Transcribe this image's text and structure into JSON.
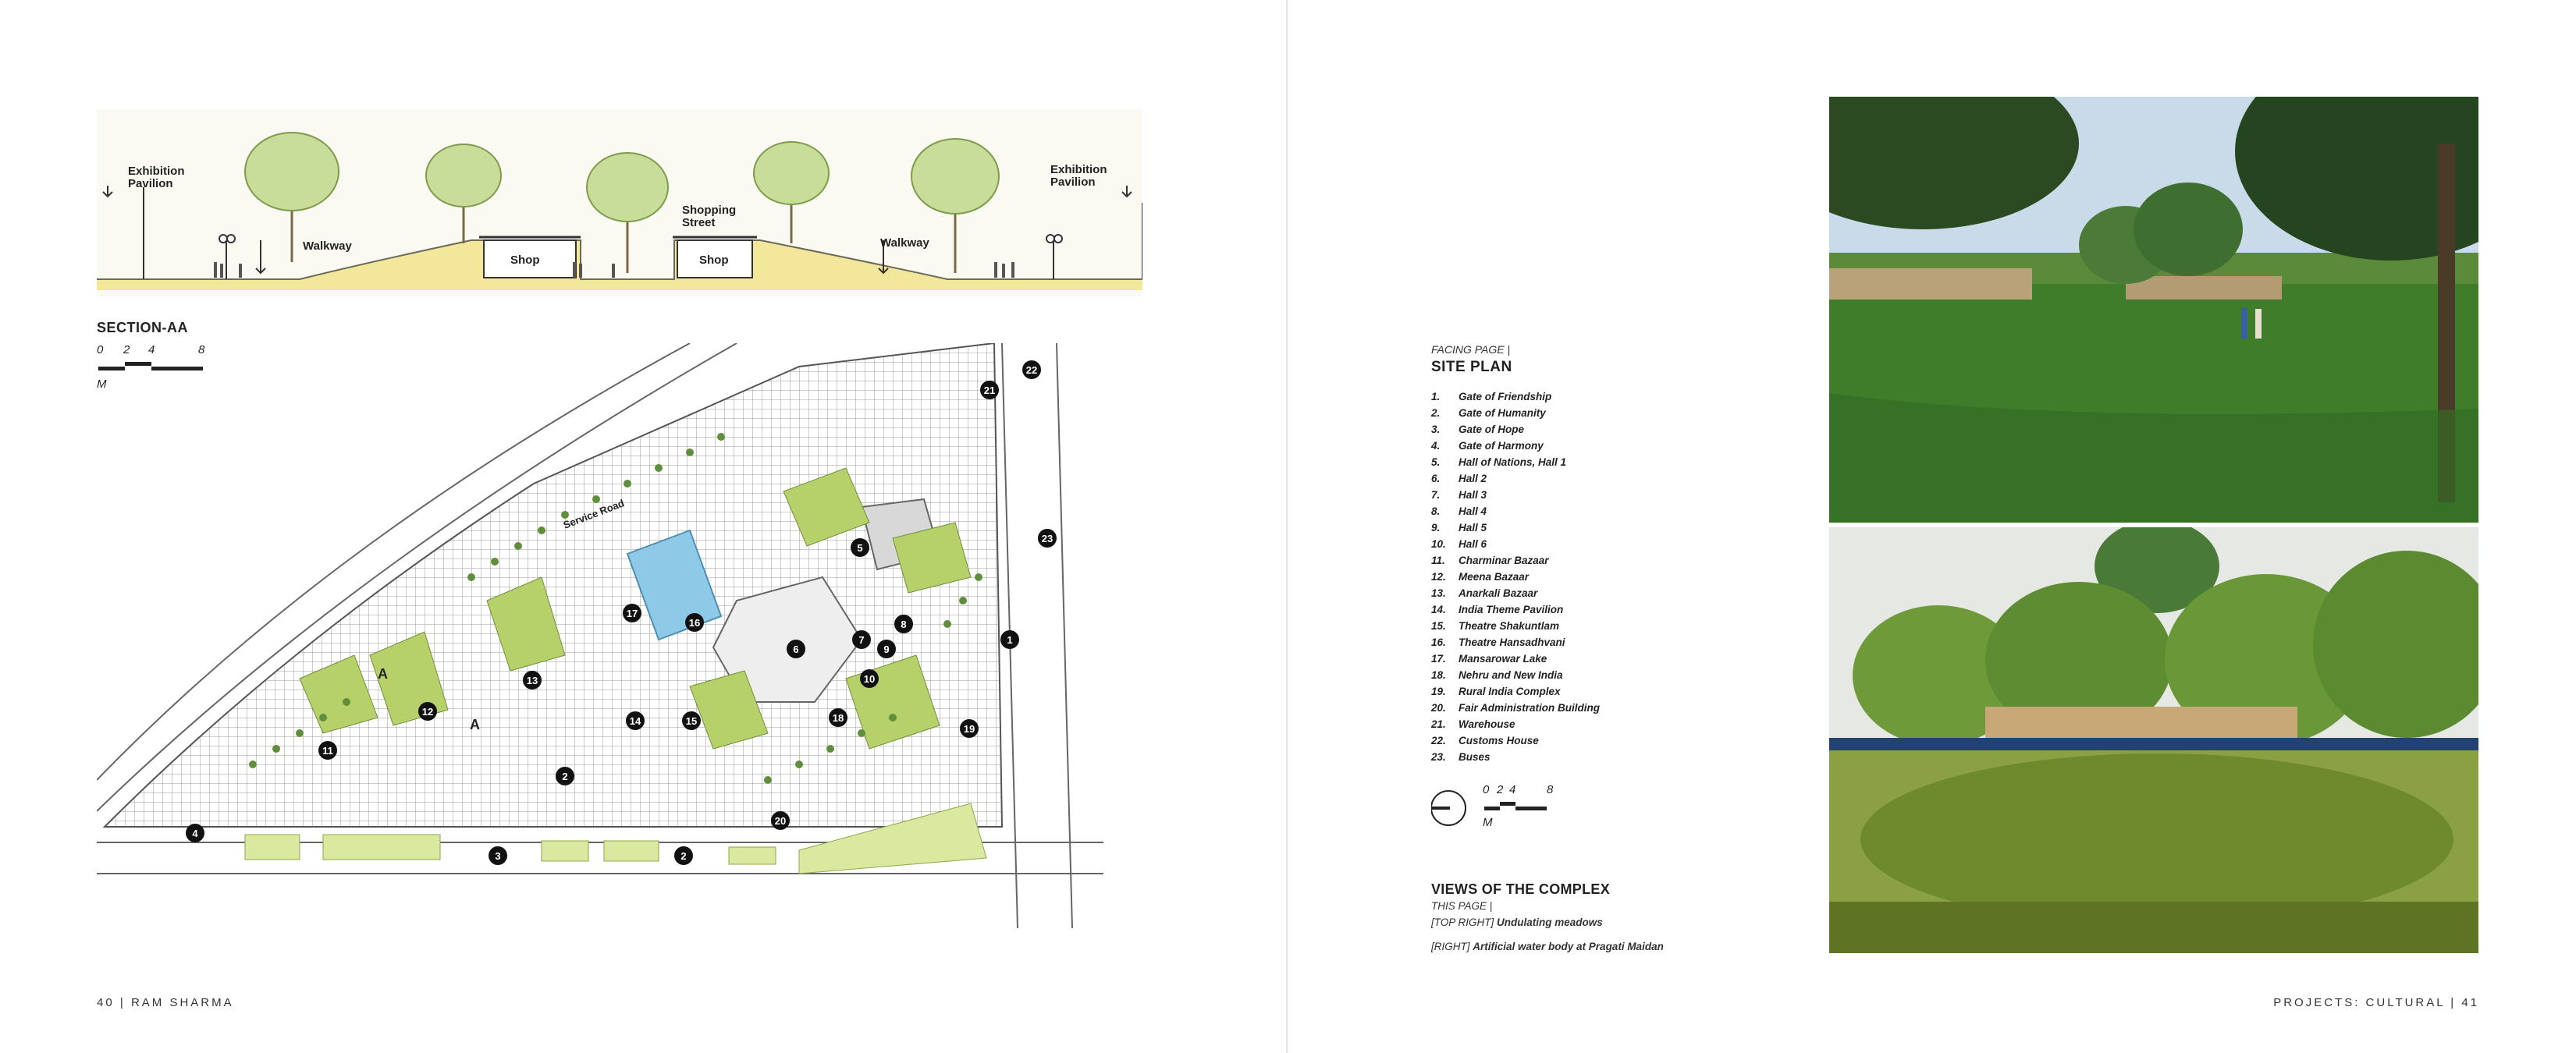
{
  "section": {
    "labels": {
      "exhibition_pavilion_left": "Exhibition\nPavilion",
      "exhibition_pavilion_right": "Exhibition\nPavilion",
      "walkway_left": "Walkway",
      "walkway_right": "Walkway",
      "shopping_street": "Shopping\nStreet",
      "shop_left": "Shop",
      "shop_right": "Shop"
    },
    "title": "SECTION-AA",
    "scale": {
      "ticks": [
        "0",
        "2",
        "4",
        "8"
      ],
      "unit": "M"
    }
  },
  "plan": {
    "service_road_label": "Service Road",
    "section_marker": "A",
    "markers": [
      "1",
      "2",
      "2",
      "3",
      "4",
      "5",
      "6",
      "7",
      "8",
      "9",
      "10",
      "11",
      "12",
      "13",
      "14",
      "15",
      "16",
      "17",
      "18",
      "19",
      "20",
      "21",
      "22",
      "23"
    ]
  },
  "legend": {
    "facing": "FACING PAGE |",
    "title": "SITE PLAN",
    "items": [
      {
        "num": "1.",
        "label": "Gate of Friendship"
      },
      {
        "num": "2.",
        "label": "Gate of Humanity"
      },
      {
        "num": "3.",
        "label": "Gate of Hope"
      },
      {
        "num": "4.",
        "label": "Gate of Harmony"
      },
      {
        "num": "5.",
        "label": "Hall of Nations, Hall 1"
      },
      {
        "num": "6.",
        "label": "Hall 2"
      },
      {
        "num": "7.",
        "label": "Hall 3"
      },
      {
        "num": "8.",
        "label": "Hall 4"
      },
      {
        "num": "9.",
        "label": "Hall 5"
      },
      {
        "num": "10.",
        "label": "Hall 6"
      },
      {
        "num": "11.",
        "label": "Charminar Bazaar"
      },
      {
        "num": "12.",
        "label": "Meena Bazaar"
      },
      {
        "num": "13.",
        "label": "Anarkali Bazaar"
      },
      {
        "num": "14.",
        "label": "India Theme Pavilion"
      },
      {
        "num": "15.",
        "label": "Theatre Shakuntlam"
      },
      {
        "num": "16.",
        "label": "Theatre Hansadhvani"
      },
      {
        "num": "17.",
        "label": "Mansarowar Lake"
      },
      {
        "num": "18.",
        "label": "Nehru and New India"
      },
      {
        "num": "19.",
        "label": "Rural India Complex"
      },
      {
        "num": "20.",
        "label": "Fair Administration Building"
      },
      {
        "num": "21.",
        "label": "Warehouse"
      },
      {
        "num": "22.",
        "label": "Customs House"
      },
      {
        "num": "23.",
        "label": "Buses"
      }
    ],
    "scale": {
      "ticks": [
        "0",
        "2",
        "4",
        "8"
      ],
      "unit": "M"
    }
  },
  "views": {
    "title": "VIEWS OF THE COMPLEX",
    "this_page": "THIS PAGE |",
    "top_right_tag": "[TOP RIGHT]",
    "top_right_caption": "Undulating meadows",
    "right_tag": "[RIGHT]",
    "right_caption": "Artificial water body at Pragati Maidan"
  },
  "footer": {
    "left_page": "40",
    "left_text": "RAM SHARMA",
    "right_text": "PROJECTS: CULTURAL",
    "right_page": "41"
  },
  "colors": {
    "ground_yellow": "#f2e79a",
    "tree_green": "#9cbf5a",
    "water_blue": "#8ec9e8",
    "grass_green": "#3f7d2a",
    "sky": "#c9dbe8"
  }
}
